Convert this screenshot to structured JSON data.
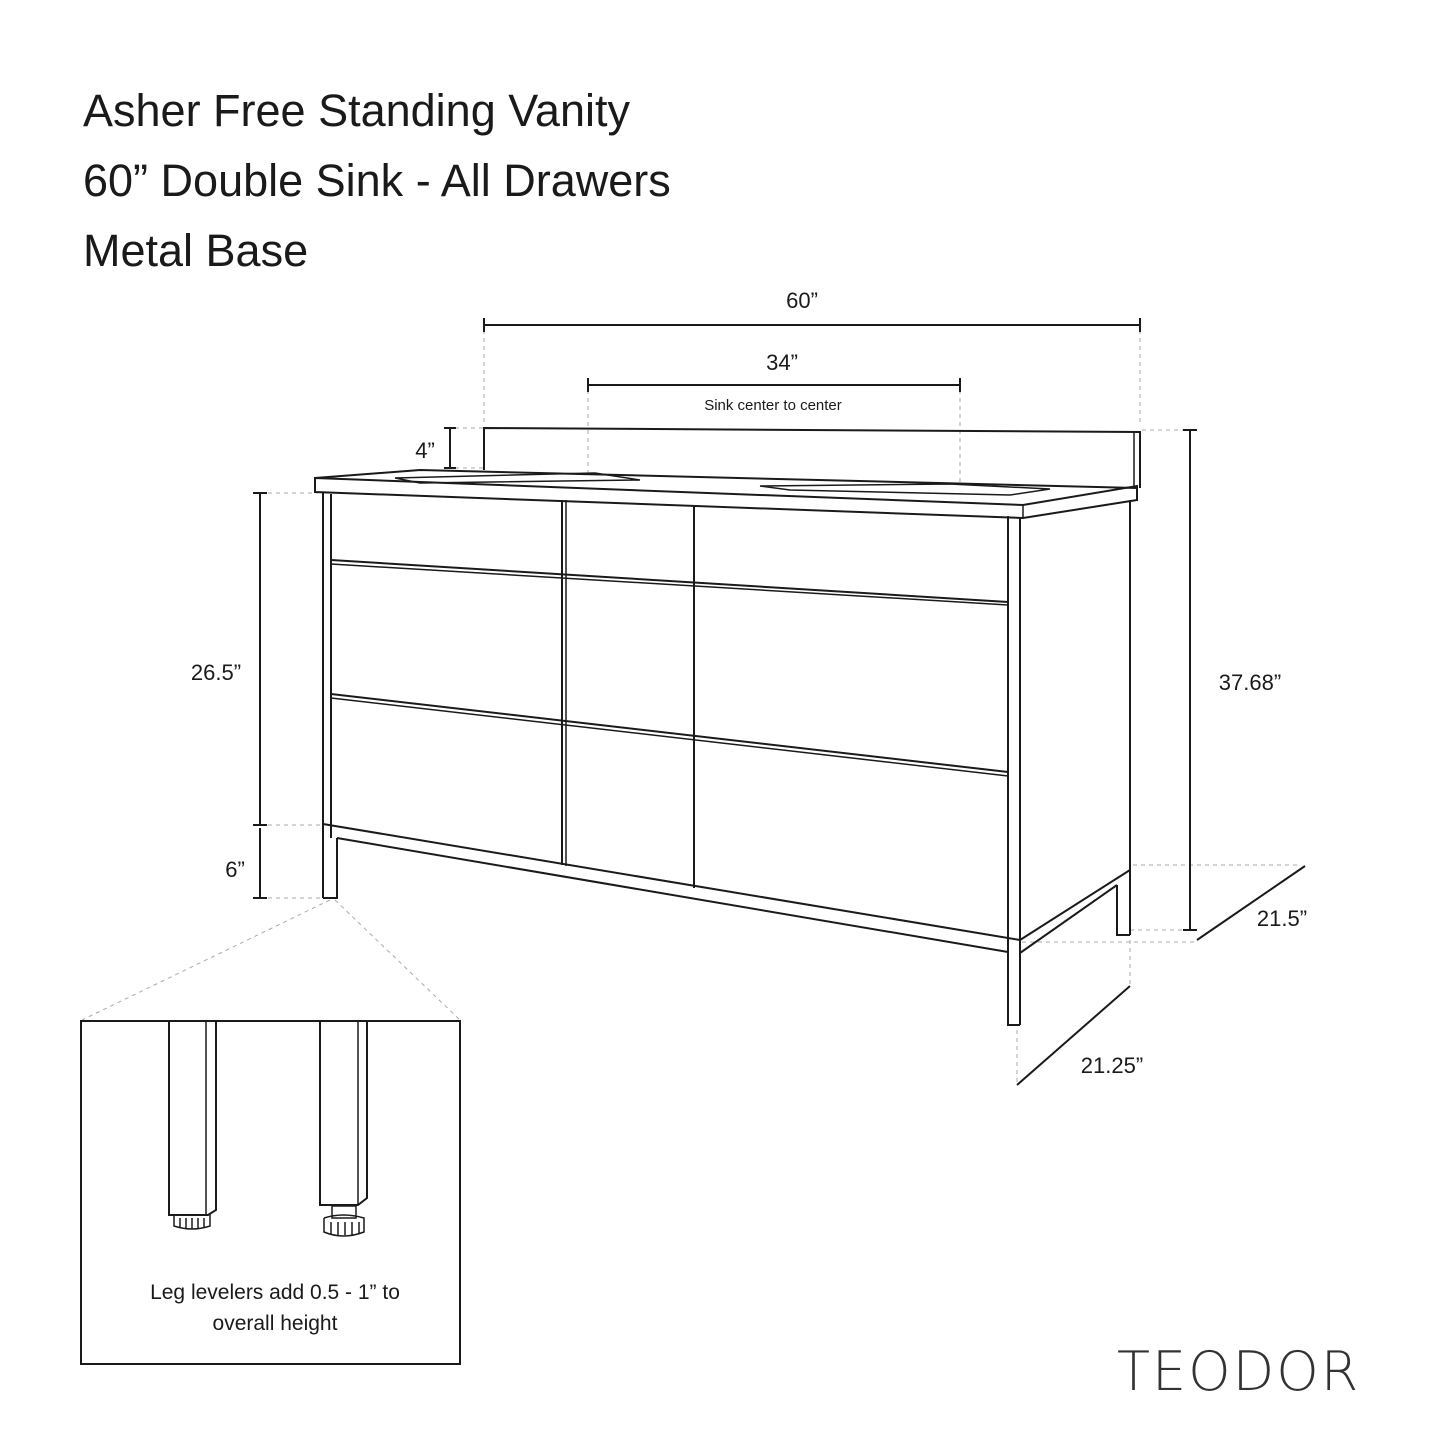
{
  "title": {
    "line1": "Asher Free Standing Vanity",
    "line2": "60”  Double Sink - All Drawers",
    "line3": "Metal Base"
  },
  "dimensions": {
    "width": "60”",
    "sink_spacing": "34”",
    "sink_spacing_note": "Sink center to center",
    "backsplash": "4”",
    "cabinet_height": "26.5”",
    "leg_height": "6”",
    "overall_height": "37.68”",
    "top_depth": "21.5”",
    "base_depth": "21.25”"
  },
  "detail": {
    "note_line1": "Leg levelers add 0.5 - 1” to",
    "note_line2": "overall height"
  },
  "brand": "TEODOR"
}
